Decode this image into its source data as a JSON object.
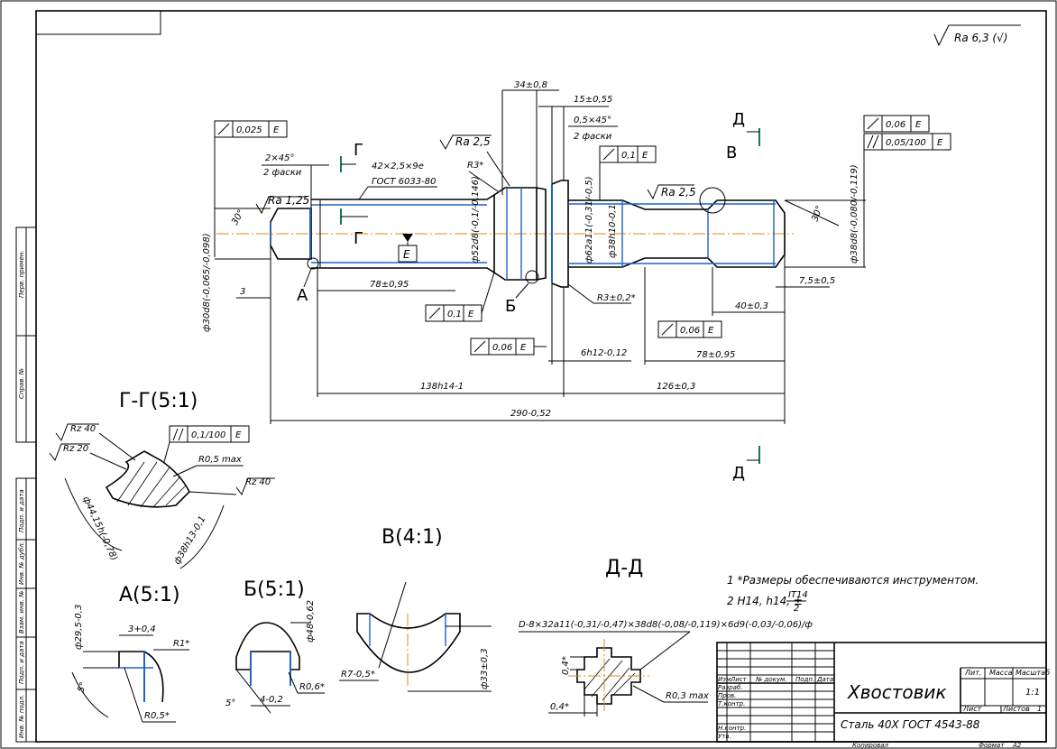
{
  "roughness": {
    "general": "Ra 6,3 (√)",
    "ra_125": "Ra 1,25",
    "ra_25a": "Ra 2,5",
    "ra_25b": "Ra 2,5",
    "rz40a": "Rz 40",
    "rz20": "Rz 20",
    "rz40b": "Rz 40"
  },
  "tolerances": {
    "t1": {
      "sym": "↗",
      "val": "0,025",
      "base": "E"
    },
    "t2": {
      "sym": "↗",
      "val": "0,06",
      "base": "E"
    },
    "t3": {
      "sym": "//",
      "val": "0,05/100",
      "base": "E"
    },
    "t4": {
      "sym": "↗",
      "val": "0,1",
      "base": "E"
    },
    "t5": {
      "sym": "↗",
      "val": "0,1",
      "base": "E"
    },
    "t6": {
      "sym": "↗",
      "val": "0,06",
      "base": "E"
    },
    "t7": {
      "sym": "↗",
      "val": "0,06",
      "base": "E"
    },
    "t8": {
      "sym": "//",
      "val": "0,1/100",
      "base": "E"
    }
  },
  "dims": {
    "d_34": "34±0,8",
    "d_15": "15±0,55",
    "d_chamfer05": "0,5×45°",
    "d_2faski_a": "2 фаски",
    "d_chamfer2": "2×45°",
    "d_2faski_b": "2 фаски",
    "d_spline": "42×2,5×9e",
    "d_gost": "ГОСТ 6033-80",
    "d_r3a": "R3*",
    "d_r3b": "R3±0,2*",
    "d_3": "3",
    "d_78a": "78±0,95",
    "d_78b": "78±0,95",
    "d_40": "40±0,3",
    "d_75": "7,5±0,5",
    "d_6h12": "6h12-0,12",
    "d_138": "138h14-1",
    "d_126": "126±0,3",
    "d_290": "290-0,52",
    "d_30deg": "30°",
    "d_30": "30°",
    "phi30": "ф30d8(-0,065/-0,098)",
    "phi52": "ф52d8(-0,1/-0,146)",
    "phi62": "ф62a11(-0,31/-0,5)",
    "phi38h": "ф38h10-0,1",
    "phi38d": "ф38d8(-0,080/-0,119)"
  },
  "labels": {
    "base_e": "E",
    "g_top": "Г",
    "g_bot": "Г",
    "d_top": "Д",
    "d_bot": "Д",
    "a": "А",
    "b": "Б",
    "v": "В"
  },
  "views": {
    "gg": "Г-Г(5:1)",
    "a51": "А(5:1)",
    "b51": "Б(5:1)",
    "v41": "В(4:1)",
    "dd": "Д-Д",
    "gg_r05": "R0,5 max",
    "gg_phi44": "ф44,15h(-0,78)",
    "gg_phi38": "ф38h13-0,1",
    "a_phi295": "ф29,5-0,3",
    "a_3": "3+0,4",
    "a_r1": "R1*",
    "a_5": "5°",
    "a_r05": "R0,5*",
    "b_phi48": "ф48-0,62",
    "b_r06": "R0,6*",
    "b_5": "5°",
    "b_4": "4-0,2",
    "v_r7": "R7-0,5*",
    "v_phi33": "ф33±0,3",
    "dd_spline": "D-8×32a11(-0,31/-0,47)×38d8(-0,08/-0,119)×6d9(-0,03/-0,06)/ф",
    "dd_04a": "0,4*",
    "dd_04b": "0,4*",
    "dd_r03": "R0,3 max"
  },
  "notes": {
    "n1": "1  *Размеры обеспечиваются инструментом.",
    "n2": "2  H14, h14, ±",
    "n2_frac_top": "IT14",
    "n2_frac_bot": "2"
  },
  "title_block": {
    "title": "Хвостовик",
    "material": "Сталь 40Х ГОСТ 4543-88",
    "col_izm": "Изм.",
    "col_list": "Лист",
    "col_ndok": "№ докум.",
    "col_podp": "Подп.",
    "col_data": "Дата",
    "row_razrab": "Разраб.",
    "row_prov": "Пров.",
    "row_tkontr": "Т.контр.",
    "row_nkontr": "Н.контр.",
    "row_utv": "Утв.",
    "lit": "Лит.",
    "massa": "Масса",
    "masshtab": "Масштаб",
    "scale_val": "1:1",
    "list": "Лист",
    "listov": "Листов",
    "listov_val": "1",
    "kopiroval": "Копировал",
    "format": "Формат",
    "format_val": "А2"
  },
  "side_strip": {
    "s1": "Перв. примен.",
    "s2": "Справ. №",
    "s3": "Подп. и дата",
    "s4": "Инв. № дубл.",
    "s5": "Взам. инв. №",
    "s6": "Подп. и дата",
    "s7": "Инв. № подл."
  }
}
